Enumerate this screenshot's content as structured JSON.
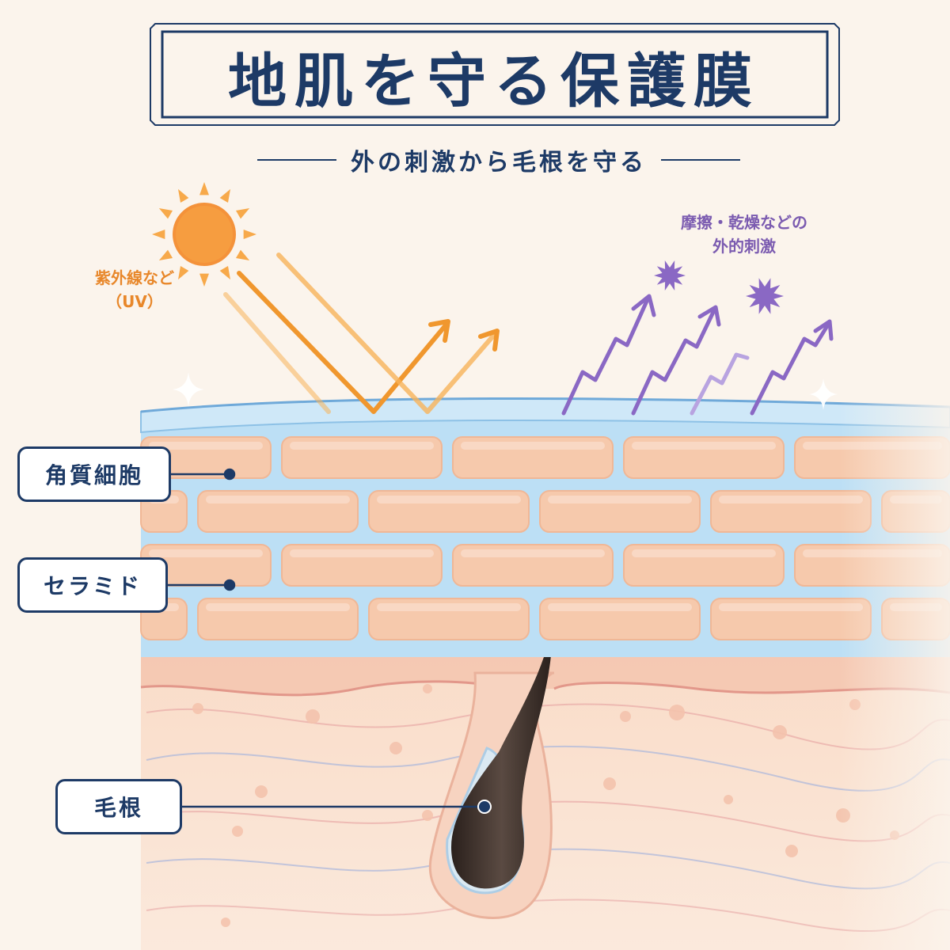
{
  "header": {
    "title": "地肌を守る保護膜",
    "subtitle": "外の刺激から毛根を守る"
  },
  "threats": {
    "uv_label_line1": "紫外線など",
    "uv_label_line2": "（UV）",
    "friction_label_line1": "摩擦・乾燥などの",
    "friction_label_line2": "外的刺激"
  },
  "callouts": {
    "corneocyte": "角質細胞",
    "ceramide": "セラミド",
    "hair_root": "毛根"
  },
  "colors": {
    "navy": "#1d3a66",
    "uv_orange": "#f0972e",
    "friction_purple": "#8a68c4",
    "ceramide_blue": "#bcdff5",
    "corneocyte_peach": "#f6c9ac",
    "background": "#fbf4ec"
  }
}
